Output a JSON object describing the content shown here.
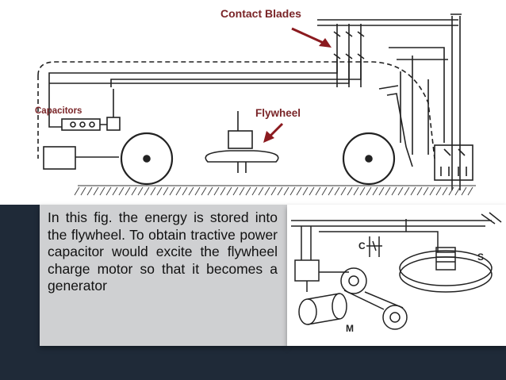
{
  "diagram": {
    "labels": {
      "contact_blades": "Contact Blades",
      "capacitors": "Capacitors",
      "flywheel": "Flywheel"
    },
    "colors": {
      "label": "#7a2528",
      "arrow": "#8b1a1f",
      "band": "#1f2a38"
    }
  },
  "caption": {
    "text": "In this fig. the energy is stored into the flywheel. To obtain tractive power capacitor would excite the flywheel charge motor so that it becomes a generator"
  },
  "figure": {
    "labels": {
      "c": "C",
      "s": "S",
      "m": "M"
    }
  }
}
